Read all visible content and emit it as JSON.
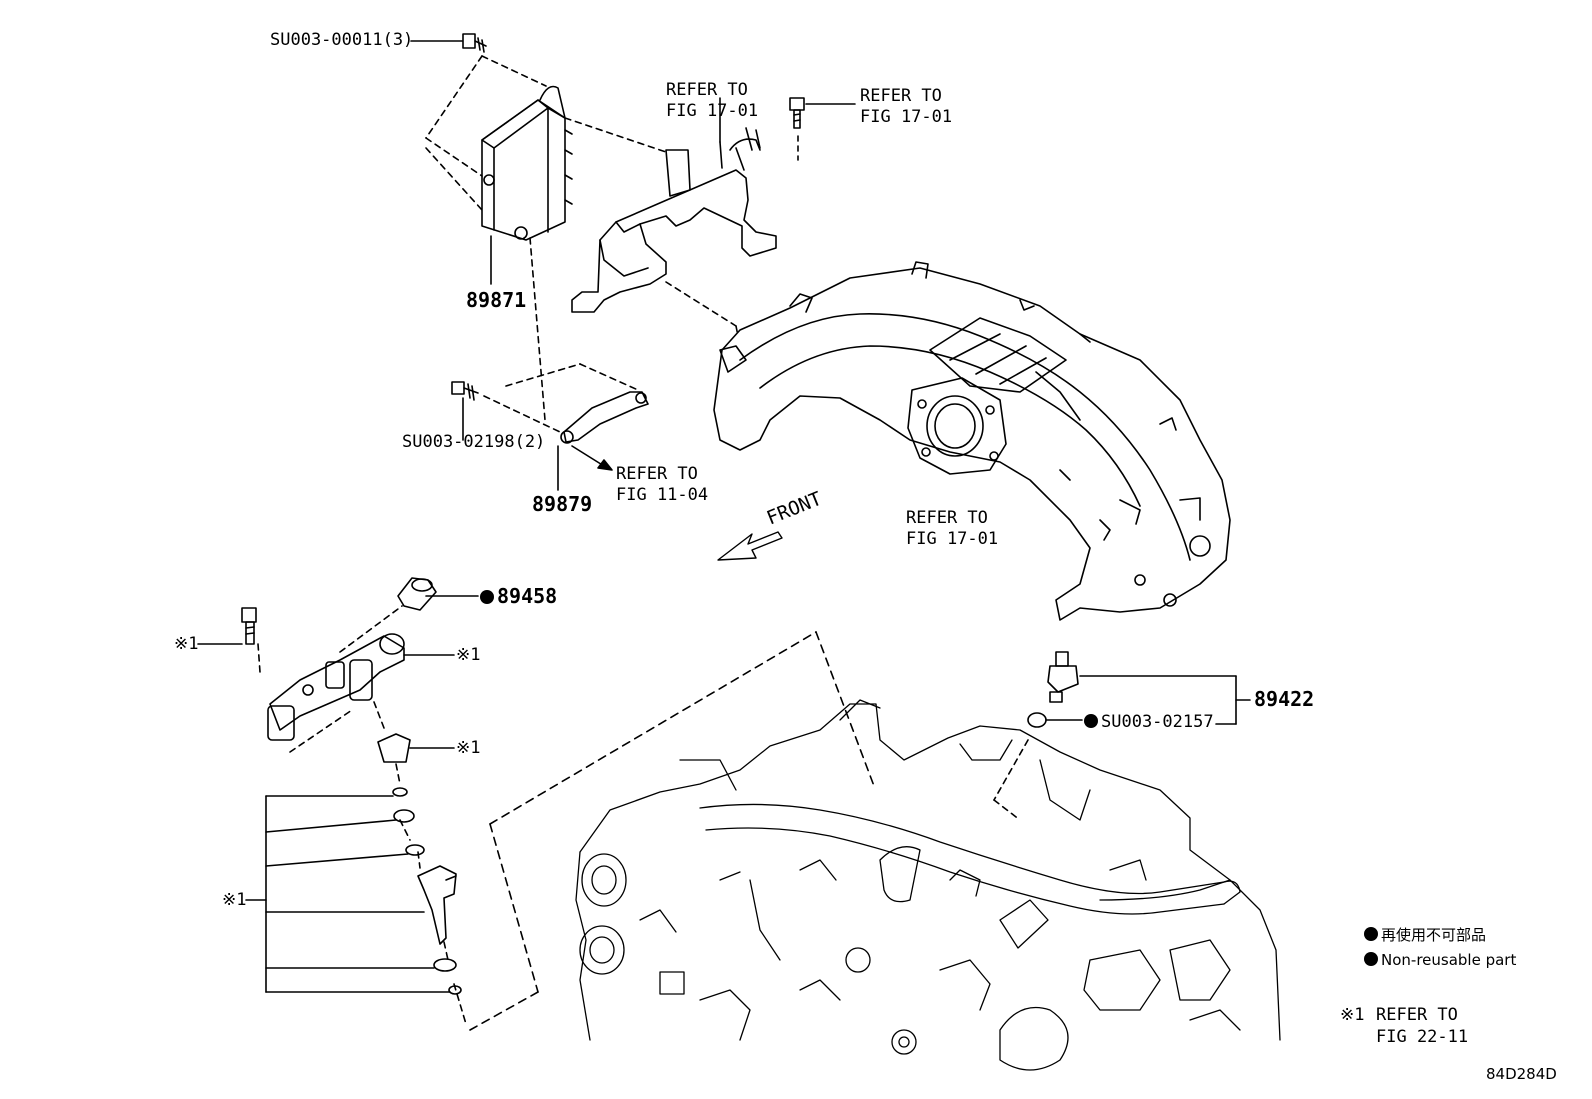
{
  "parts": {
    "bolt_top": "SU003-00011(3)",
    "ecm": "89871",
    "bracket_bolt": "SU003-02198(2)",
    "bracket": "89879",
    "sensor_a": "89458",
    "sensor_b": "89422",
    "gasket": "SU003-02157"
  },
  "refs": {
    "fig1701_l1": "REFER TO",
    "fig1701_l2": "FIG 17-01",
    "fig1104_l1": "REFER TO",
    "fig1104_l2": "FIG 11-04"
  },
  "markers": {
    "note_mark": "※1",
    "front": "FRONT"
  },
  "legend": {
    "jp": "再使用不可部品",
    "en": "Non-reusable part",
    "note_l1": "REFER TO",
    "note_l2": "FIG 22-11"
  },
  "figure_code": "84D284D",
  "colors": {
    "ink": "#000000",
    "paper": "#ffffff"
  }
}
